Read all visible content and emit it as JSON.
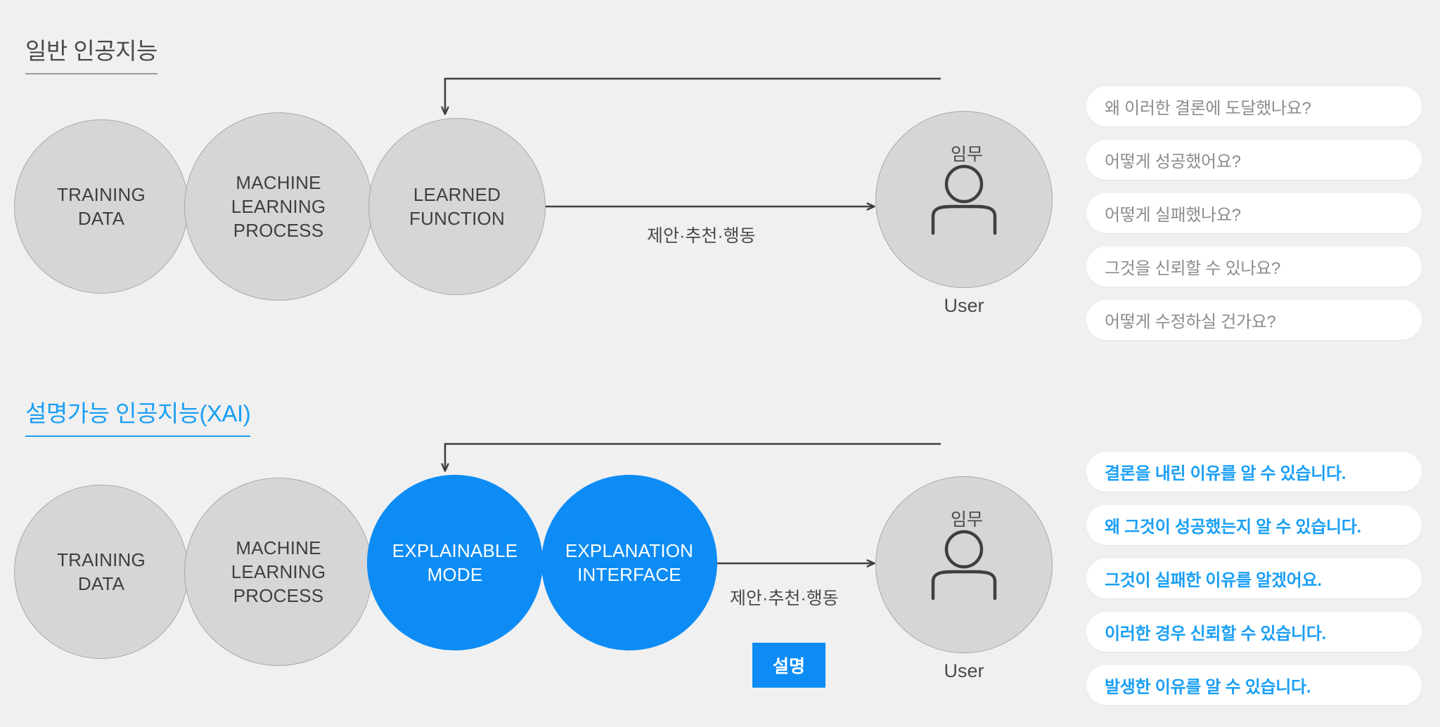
{
  "sections": {
    "plain": {
      "heading": "일반 인공지능",
      "nodes": {
        "training_data": "TRAINING\nDATA",
        "ml_process": "MACHINE\nLEARNING\nPROCESS",
        "learned_function": "LEARNED\nFUNCTION",
        "user_label": "User"
      },
      "edges": {
        "task": "임무",
        "action": "제안·추천·행동"
      },
      "pills": [
        "왜 이러한 결론에 도달했나요?",
        "어떻게 성공했어요?",
        "어떻게 실패했나요?",
        "그것을 신뢰할 수 있나요?",
        "어떻게 수정하실 건가요?"
      ]
    },
    "xai": {
      "heading": "설명가능 인공지능(XAI)",
      "nodes": {
        "training_data": "TRAINING\nDATA",
        "ml_process": "MACHINE\nLEARNING\nPROCESS",
        "explainable_mode": "EXPLAINABLE\nMODE",
        "explanation_interface": "EXPLANATION\nINTERFACE",
        "user_label": "User"
      },
      "edges": {
        "task": "임무",
        "action": "제안·추천·행동",
        "explanation_badge": "설명"
      },
      "pills": [
        "결론을 내린 이유를 알 수 있습니다.",
        "왜 그것이 성공했는지 알 수 있습니다.",
        "그것이 실패한 이유를 알겠어요.",
        "이러한 경우 신뢰할 수 있습니다.",
        "발생한 이유를 알 수 있습니다."
      ]
    }
  },
  "icons": {
    "user_person": "person-icon"
  },
  "colors": {
    "background": "#f0f0f0",
    "accent_blue": "#0d8cf5",
    "heading_blue": "#1a9ff5",
    "node_gray": "#d6d6d6",
    "node_border": "#a8a8a8",
    "text_dark": "#4a4a4a",
    "pill_white": "#ffffff",
    "pill_gray_text": "#8c8c8c",
    "connector": "#3f3f3f"
  }
}
